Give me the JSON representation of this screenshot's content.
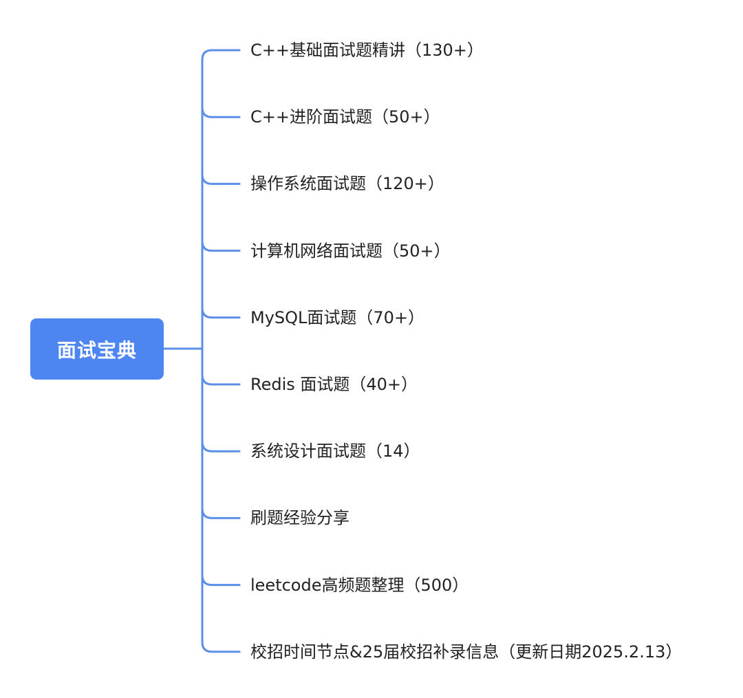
{
  "mindmap": {
    "root": {
      "label": "面试宝典",
      "color": "#4d86f0",
      "text_color": "#ffffff"
    },
    "connector_color": "#5b8ee6",
    "branches": [
      {
        "label": "C++基础面试题精讲（130+）"
      },
      {
        "label": "C++进阶面试题（50+）"
      },
      {
        "label": "操作系统面试题（120+）"
      },
      {
        "label": "计算机网络面试题（50+）"
      },
      {
        "label": "MySQL面试题（70+）"
      },
      {
        "label": "Redis 面试题（40+）"
      },
      {
        "label": "系统设计面试题（14）"
      },
      {
        "label": "刷题经验分享"
      },
      {
        "label": "leetcode高频题整理（500）"
      },
      {
        "label": "校招时间节点&25届校招补录信息（更新日期2025.2.13）"
      }
    ]
  }
}
